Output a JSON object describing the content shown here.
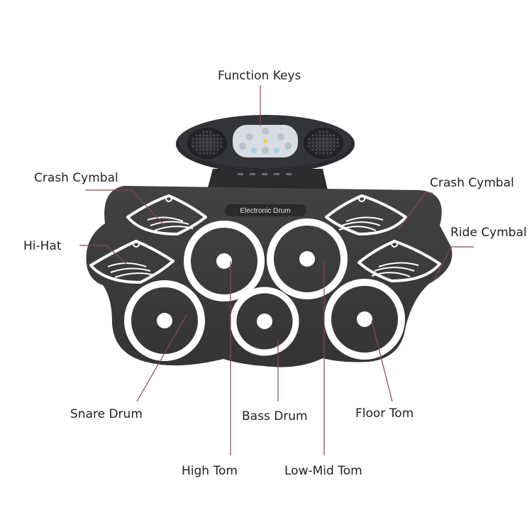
{
  "device": {
    "brand_text": "Electronic Drum",
    "colors": {
      "pad": "#3a3a3c",
      "ring": "#ffffff",
      "leader": "#8a4a4a",
      "module": "#2a2b2e"
    }
  },
  "labels": {
    "function_keys": "Function Keys",
    "crash_cymbal_left": "Crash Cymbal",
    "crash_cymbal_right": "Crash Cymbal",
    "hi_hat": "Hi-Hat",
    "ride_cymbal": "Ride Cymbal",
    "snare_drum": "Snare Drum",
    "bass_drum": "Bass Drum",
    "floor_tom": "Floor Tom",
    "high_tom": "High Tom",
    "low_mid_tom": "Low-Mid Tom"
  }
}
